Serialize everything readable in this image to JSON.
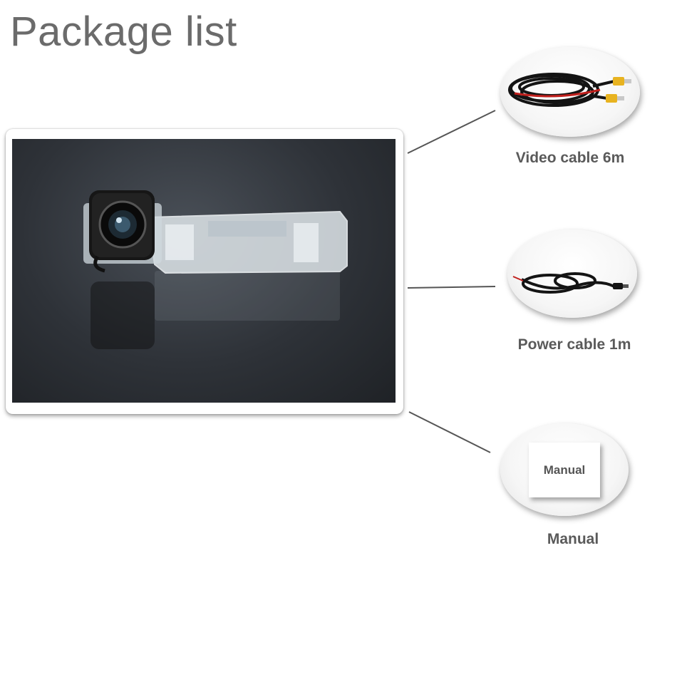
{
  "page": {
    "title": "Package list"
  },
  "main_item": {
    "name": "rear-view camera with bracket"
  },
  "items": [
    {
      "label": "Video cable 6m",
      "icon": "video-cable-icon"
    },
    {
      "label": "Power cable 1m",
      "icon": "power-cable-icon"
    },
    {
      "label": "Manual",
      "icon": "manual-icon",
      "card_text": "Manual"
    }
  ],
  "colors": {
    "title": "#6b6b6b",
    "label": "#5a5a5a",
    "cable_yellow": "#e8b320",
    "cable_red": "#c0201d"
  }
}
